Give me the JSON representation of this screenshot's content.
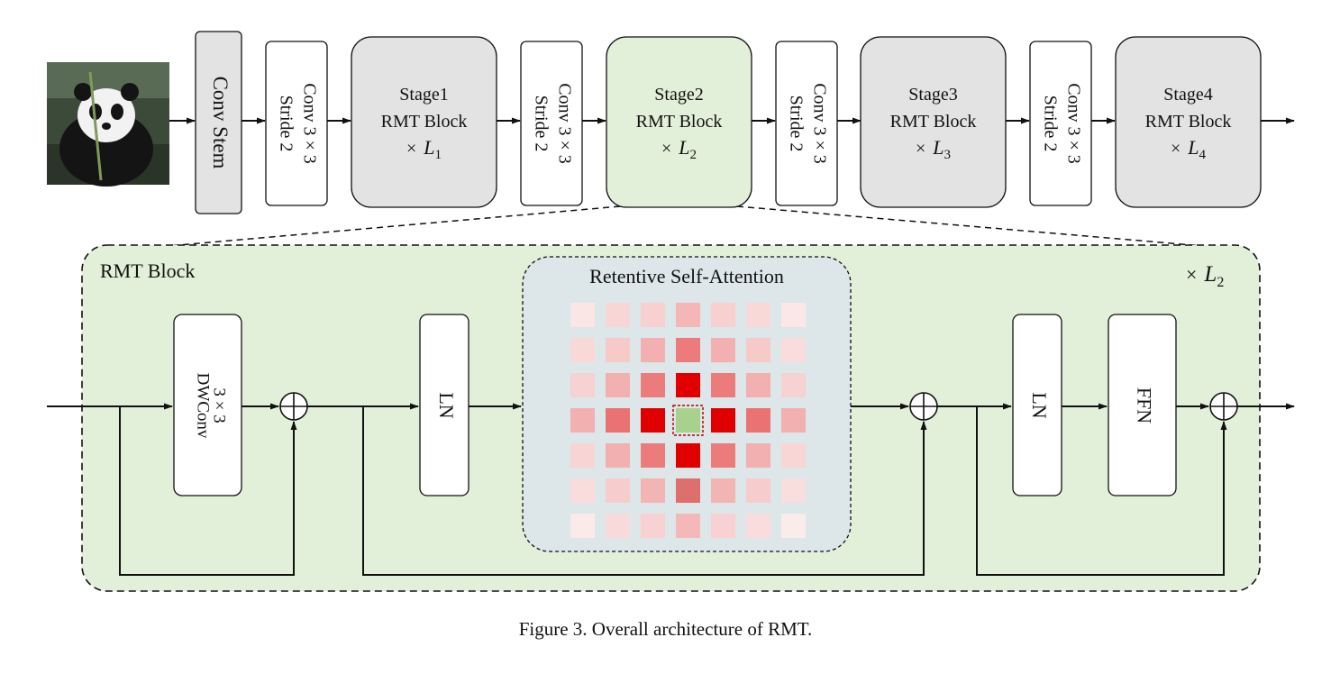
{
  "colors": {
    "stage_gray": "#e3e3e3",
    "stage_highlight": "#e2efd9",
    "block_bg": "#e2efd9",
    "attention_bg": "#dde6e8",
    "center_cell": "#a9d18e"
  },
  "stem": {
    "label": "Conv Stem"
  },
  "downsample": {
    "line1": "Conv 3 × 3",
    "line2": "Stride 2"
  },
  "stages": [
    {
      "name": "Stage1",
      "block": "RMT Block",
      "times": "×",
      "rep": "L",
      "sub": "1"
    },
    {
      "name": "Stage2",
      "block": "RMT Block",
      "times": "×",
      "rep": "L",
      "sub": "2"
    },
    {
      "name": "Stage3",
      "block": "RMT Block",
      "times": "×",
      "rep": "L",
      "sub": "3"
    },
    {
      "name": "Stage4",
      "block": "RMT Block",
      "times": "×",
      "rep": "L",
      "sub": "4"
    }
  ],
  "block": {
    "title": "RMT Block",
    "repeat": {
      "times": "×",
      "rep": "L",
      "sub": "2"
    },
    "dwconv": {
      "line1": "DWConv",
      "line2": "3 × 3"
    },
    "ln1": "LN",
    "ln2": "LN",
    "ffn": "FFN",
    "attention": {
      "title": "Retentive Self-Attention",
      "grid": [
        [
          "#fbe6e6",
          "#f9d6d6",
          "#f8d0d0",
          "#f4b6b6",
          "#f8d0d0",
          "#f9d8d8",
          "#fbe7e7"
        ],
        [
          "#f9d8d8",
          "#f7caca",
          "#f3b0b0",
          "#ec7c7c",
          "#f3b0b0",
          "#f7caca",
          "#f9dcdc"
        ],
        [
          "#f7d2d2",
          "#f3b0b0",
          "#ec7c7c",
          "#e00000",
          "#ec7c7c",
          "#f3b0b0",
          "#f7d2d2"
        ],
        [
          "#f2b0b0",
          "#ea7272",
          "#e00000",
          "#a9d18e",
          "#e00000",
          "#ea7272",
          "#f2b0b0"
        ],
        [
          "#f8d4d4",
          "#f3b0b0",
          "#ec7c7c",
          "#e00000",
          "#ec7c7c",
          "#f3b0b0",
          "#f8d6d6"
        ],
        [
          "#f9dcdc",
          "#f7cccc",
          "#f3b4b4",
          "#df6e6e",
          "#f3b4b4",
          "#f7cccc",
          "#f9dede"
        ],
        [
          "#fbeaea",
          "#f9dada",
          "#f8d2d2",
          "#f4b8b8",
          "#f8d2d2",
          "#f9dcdc",
          "#fbecec"
        ]
      ]
    }
  },
  "caption": "Figure 3. Overall architecture of RMT."
}
